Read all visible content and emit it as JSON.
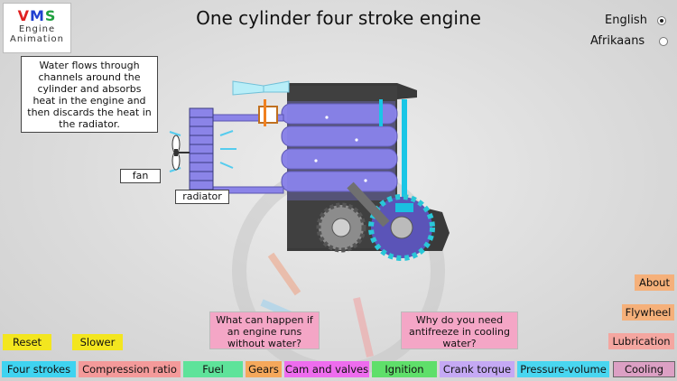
{
  "logo": {
    "brand": "VMS",
    "line1": "Engine",
    "line2": "Animation"
  },
  "title": "One cylinder four stroke engine",
  "languages": [
    {
      "label": "English",
      "selected": true
    },
    {
      "label": "Afrikaans",
      "selected": false
    }
  ],
  "description": "Water flows through channels around the cylinder and absorbs heat in the engine and then discards the heat in the radiator.",
  "labels": {
    "fan": "fan",
    "radiator": "radiator"
  },
  "questions": {
    "q1": "What can happen if an engine runs without water?",
    "q2": "Why do you need antifreeze in cooling water?"
  },
  "controls": {
    "reset": "Reset",
    "slower": "Slower"
  },
  "side_buttons": {
    "about": "About",
    "flywheel": "Flywheel",
    "lubrication": "Lubrication"
  },
  "tabs": [
    {
      "label": "Four strokes",
      "color": "#3fd3f0"
    },
    {
      "label": "Compression ratio",
      "color": "#f49a9a"
    },
    {
      "label": "Fuel",
      "color": "#5ee39a"
    },
    {
      "label": "Gears",
      "color": "#f5a85b"
    },
    {
      "label": "Cam and valves",
      "color": "#ee6cee"
    },
    {
      "label": "Ignition",
      "color": "#5fdf6a"
    },
    {
      "label": "Crank torque",
      "color": "#c5a9f4"
    },
    {
      "label": "Pressure-volume",
      "color": "#49d6f0"
    },
    {
      "label": "Cooling",
      "color": "#dca0c4"
    }
  ],
  "colors": {
    "vms_v": "#e02020",
    "vms_m": "#1f3fd0",
    "vms_s": "#20a040",
    "coolant": "#8b84e8",
    "water_pipe": "#19c6e6"
  }
}
